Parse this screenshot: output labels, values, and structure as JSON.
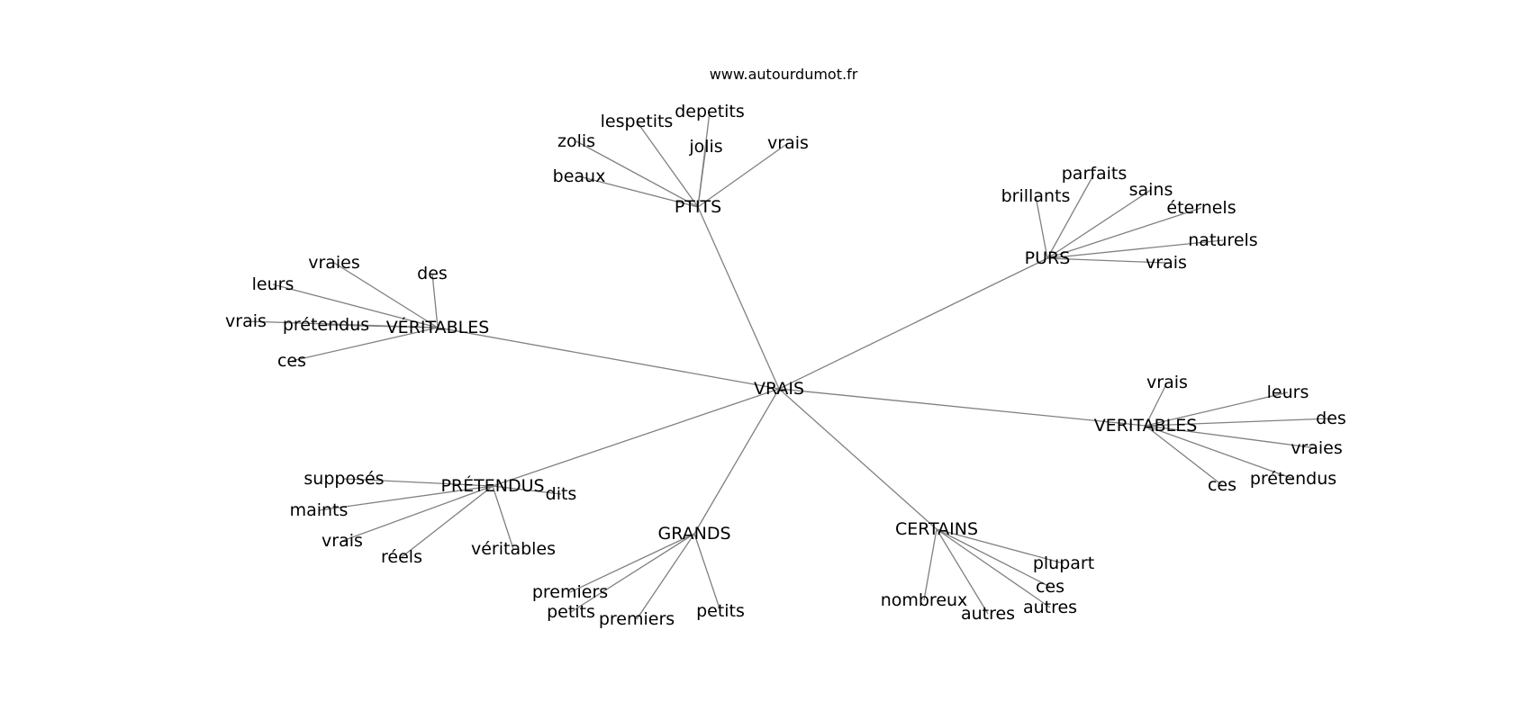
{
  "source": "www.autourdumot.fr",
  "root": "VRAIS",
  "groups": [
    {
      "label": "PTITS",
      "words": [
        "beaux",
        "zolis",
        "lespetits",
        "depetits",
        "jolis",
        "vrais"
      ]
    },
    {
      "label": "PURS",
      "words": [
        "brillants",
        "parfaits",
        "sains",
        "éternels",
        "naturels",
        "vrais"
      ]
    },
    {
      "label": "VÉRITABLES",
      "words": [
        "vraies",
        "des",
        "leurs",
        "vrais",
        "prétendus",
        "ces"
      ]
    },
    {
      "label": "VERITABLES",
      "words": [
        "vrais",
        "leurs",
        "des",
        "vraies",
        "prétendus",
        "ces"
      ]
    },
    {
      "label": "PRÉTENDUS",
      "words": [
        "supposés",
        "dits",
        "maints",
        "vrais",
        "réels",
        "véritables"
      ]
    },
    {
      "label": "GRANDS",
      "words": [
        "premiers",
        "petits",
        "premiers",
        "petits"
      ]
    },
    {
      "label": "CERTAINS",
      "words": [
        "plupart",
        "ces",
        "nombreux",
        "autres",
        "autres"
      ]
    }
  ]
}
